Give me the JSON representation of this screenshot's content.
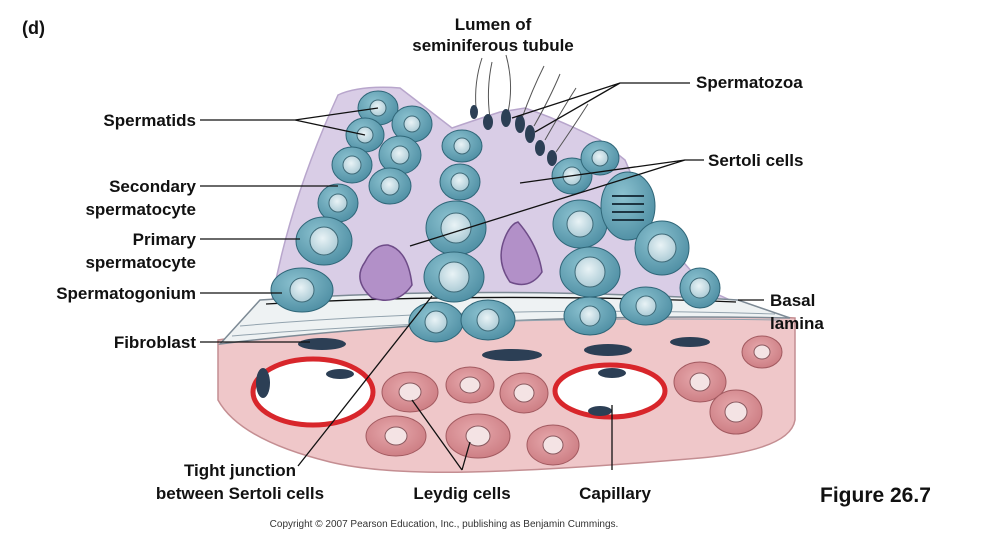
{
  "panel_letter": "(d)",
  "figure_number": "Figure 26.7",
  "copyright": "Copyright © 2007 Pearson Education, Inc., publishing as Benjamin Cummings.",
  "labels": {
    "lumen": [
      "Lumen of",
      "seminiferous tubule"
    ],
    "spermatozoa": "Spermatozoa",
    "spermatids": "Spermatids",
    "sertoli": "Sertoli cells",
    "secondary": [
      "Secondary",
      "spermatocyte"
    ],
    "primary": [
      "Primary",
      "spermatocyte"
    ],
    "spermatogonium": "Spermatogonium",
    "basal": [
      "Basal",
      "lamina"
    ],
    "fibroblast": "Fibroblast",
    "tight": [
      "Tight junction",
      "between Sertoli cells"
    ],
    "leydig": "Leydig cells",
    "capillary": "Capillary"
  },
  "colors": {
    "lumen_fill": "#d9cde6",
    "germ_cell": "#5f9fb2",
    "nucleus": "#cfe3ea",
    "connective": "#efc7c9",
    "vessel": "#d8262b",
    "fibroblast": "#2c3f55"
  }
}
